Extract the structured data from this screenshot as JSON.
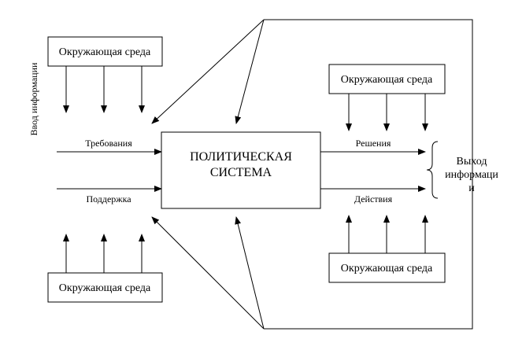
{
  "diagram": {
    "environment_label": "Окружающая среда",
    "system_title_line1": "ПОЛИТИЧЕСКАЯ",
    "system_title_line2": "СИСТЕМА",
    "input_label": "Ввод информации",
    "demands_label": "Требования",
    "support_label": "Поддержка",
    "decisions_label": "Решения",
    "actions_label": "Действия",
    "output_line1": "Выход",
    "output_line2": "информаци",
    "output_line3": "и"
  }
}
